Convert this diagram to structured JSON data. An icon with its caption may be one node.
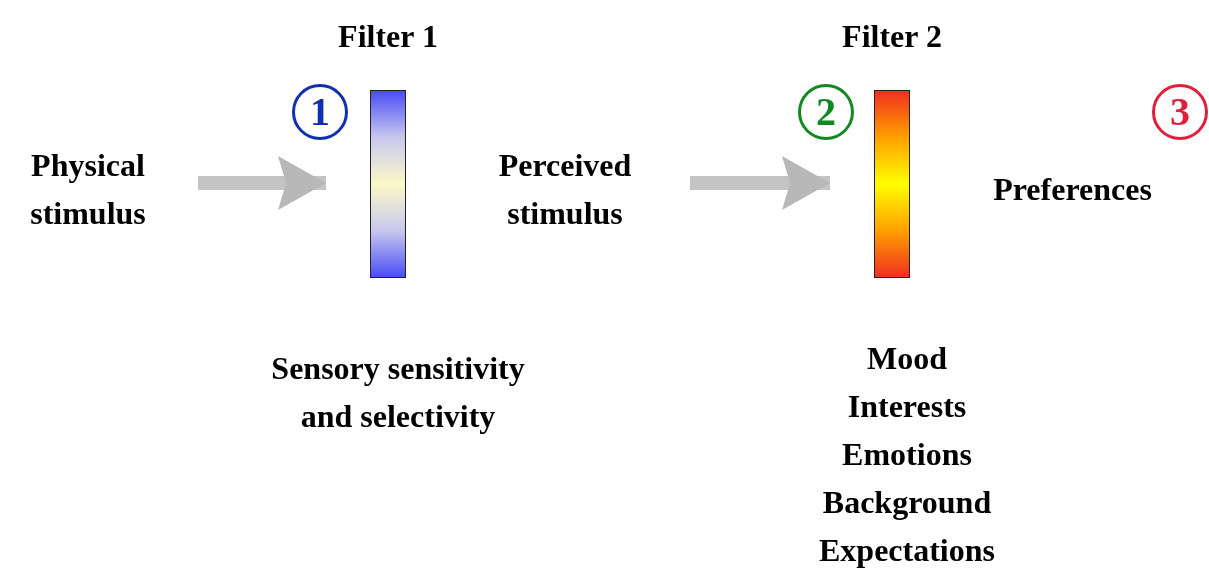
{
  "diagram": {
    "nodes": [
      {
        "text": [
          "Physical stimulus"
        ]
      },
      {
        "text": [
          "Filter 1"
        ],
        "beside": [
          "Sensory sensitivity and selectivity"
        ]
      },
      {
        "text": [
          "Perceived stimulus"
        ]
      },
      {
        "text": [
          "Filter 2"
        ],
        "beside": [
          "Mood",
          "Interests",
          "Emotions",
          "Background",
          "Expectations"
        ]
      },
      {
        "text": [
          "Preferences"
        ]
      }
    ],
    "edges": [
      {
        "from": 0,
        "to": 1,
        "arrow": "to"
      },
      {
        "from": 2,
        "to": 3,
        "arrow": "to"
      }
    ],
    "labels": [
      "1",
      "2",
      "3"
    ]
  }
}
